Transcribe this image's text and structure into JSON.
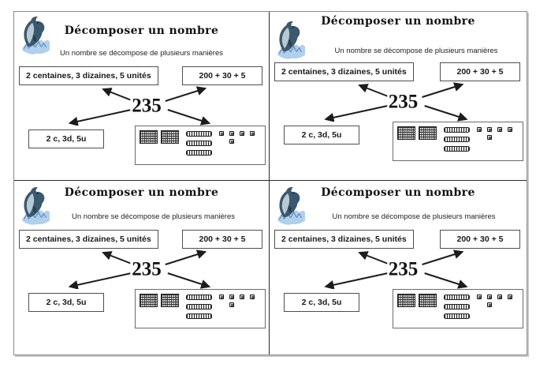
{
  "page": {
    "kind": "printable-worksheet",
    "background_color": "#ffffff",
    "sheet_border_color": "#8a8a8a",
    "divider_color": "#2b2b2b",
    "icons": {
      "dolphin": "dolphin-jumping-with-splash-icon"
    }
  },
  "cards": [
    {
      "position": "top-left",
      "title": "Décomposer un nombre",
      "subtitle": "Un nombre se décompose de plusieurs manières",
      "box_words": "2 centaines, 3 dizaines, 5 unités",
      "box_sum": "200 + 30 + 5",
      "box_abbrev": "2 c, 3d, 5u",
      "number": "235",
      "blocks": {
        "hundreds": 2,
        "tens": 3,
        "ones": 5
      }
    },
    {
      "position": "top-right",
      "title": "Décomposer un nombre",
      "subtitle": "Un nombre se décompose de plusieurs manières",
      "box_words": "2 centaines, 3 dizaines, 5 unités",
      "box_sum": "200 + 30 + 5",
      "box_abbrev": "2 c, 3d, 5u",
      "number": "235",
      "blocks": {
        "hundreds": 2,
        "tens": 3,
        "ones": 5
      }
    },
    {
      "position": "bottom-left",
      "title": "Décomposer un nombre",
      "subtitle": "Un nombre se décompose de plusieurs manières",
      "box_words": "2 centaines, 3 dizaines, 5 unités",
      "box_sum": "200 + 30 + 5",
      "box_abbrev": "2 c, 3d, 5u",
      "number": "235",
      "blocks": {
        "hundreds": 2,
        "tens": 3,
        "ones": 5
      }
    },
    {
      "position": "bottom-right",
      "title": "Décomposer un nombre",
      "subtitle": "Un nombre se décompose de plusieurs manières",
      "box_words": "2 centaines, 3 dizaines, 5 unités",
      "box_sum": "200 + 30 + 5",
      "box_abbrev": "2 c, 3d, 5u",
      "number": "235",
      "blocks": {
        "hundreds": 2,
        "tens": 3,
        "ones": 5
      }
    }
  ]
}
